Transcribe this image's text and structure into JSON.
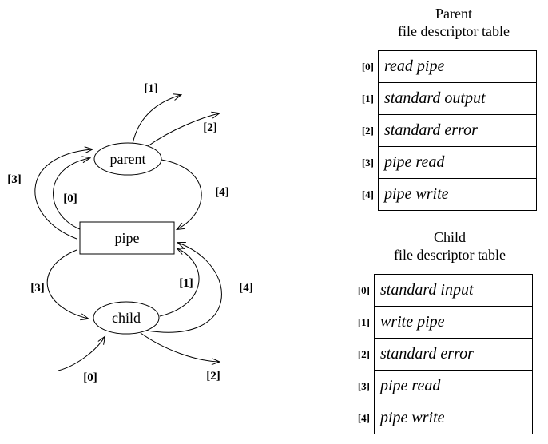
{
  "colors": {
    "background": "#ffffff",
    "ink": "#000000"
  },
  "diagram": {
    "nodes": {
      "parent": "parent",
      "pipe": "pipe",
      "child": "child"
    },
    "edge_labels": {
      "parent_fd1": "[1]",
      "parent_fd2": "[2]",
      "parent_fd3": "[3]",
      "parent_fd0": "[0]",
      "parent_fd4": "[4]",
      "child_fd3": "[3]",
      "child_fd1": "[1]",
      "child_fd4": "[4]",
      "child_fd0": "[0]",
      "child_fd2": "[2]"
    }
  },
  "parent_table": {
    "title_line1": "Parent",
    "title_line2": "file descriptor table",
    "rows": [
      {
        "index": "[0]",
        "value": "read pipe"
      },
      {
        "index": "[1]",
        "value": "standard output"
      },
      {
        "index": "[2]",
        "value": "standard error"
      },
      {
        "index": "[3]",
        "value": "pipe read"
      },
      {
        "index": "[4]",
        "value": "pipe write"
      }
    ]
  },
  "child_table": {
    "title_line1": "Child",
    "title_line2": "file descriptor table",
    "rows": [
      {
        "index": "[0]",
        "value": "standard input"
      },
      {
        "index": "[1]",
        "value": "write pipe"
      },
      {
        "index": "[2]",
        "value": "standard error"
      },
      {
        "index": "[3]",
        "value": "pipe read"
      },
      {
        "index": "[4]",
        "value": "pipe write"
      }
    ]
  }
}
